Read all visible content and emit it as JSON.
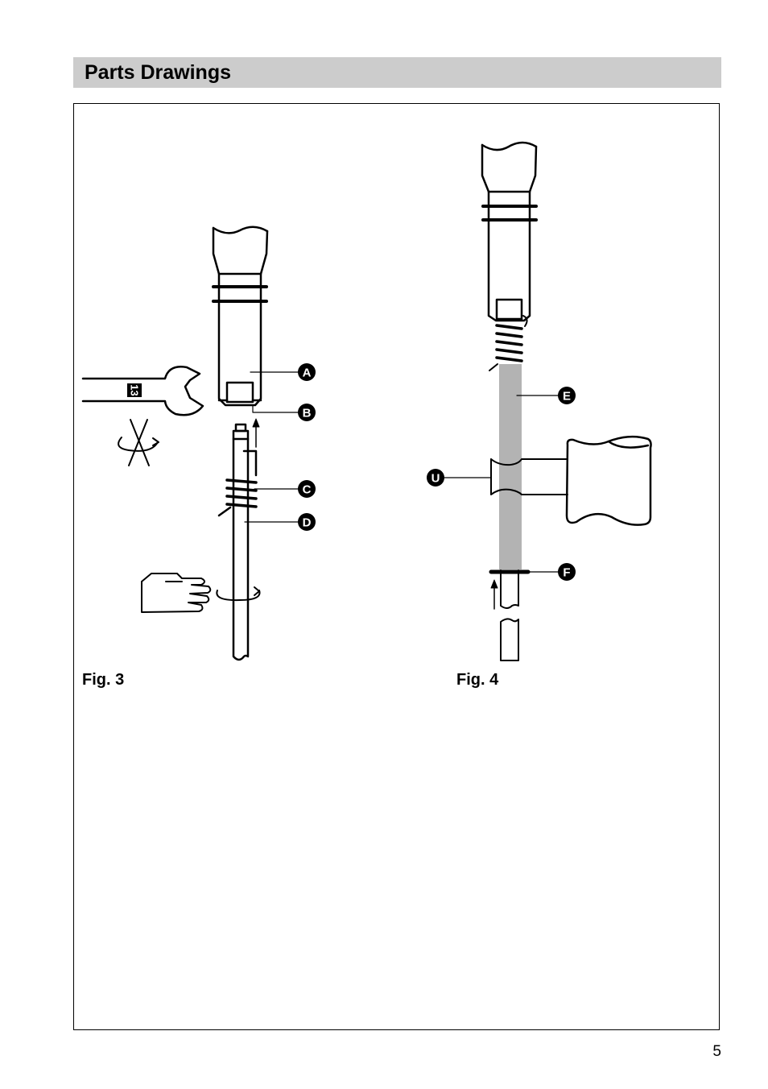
{
  "header": {
    "title": "Parts Drawings"
  },
  "figures": [
    {
      "caption": "Fig. 3",
      "callouts": [
        "A",
        "B",
        "C",
        "D"
      ],
      "wrench_size": "13"
    },
    {
      "caption": "Fig. 4",
      "callouts": [
        "E",
        "U",
        "F"
      ]
    }
  ],
  "page_number": "5",
  "colors": {
    "header_background": "#cccccc",
    "pipe_gray": "#b3b3b3"
  }
}
